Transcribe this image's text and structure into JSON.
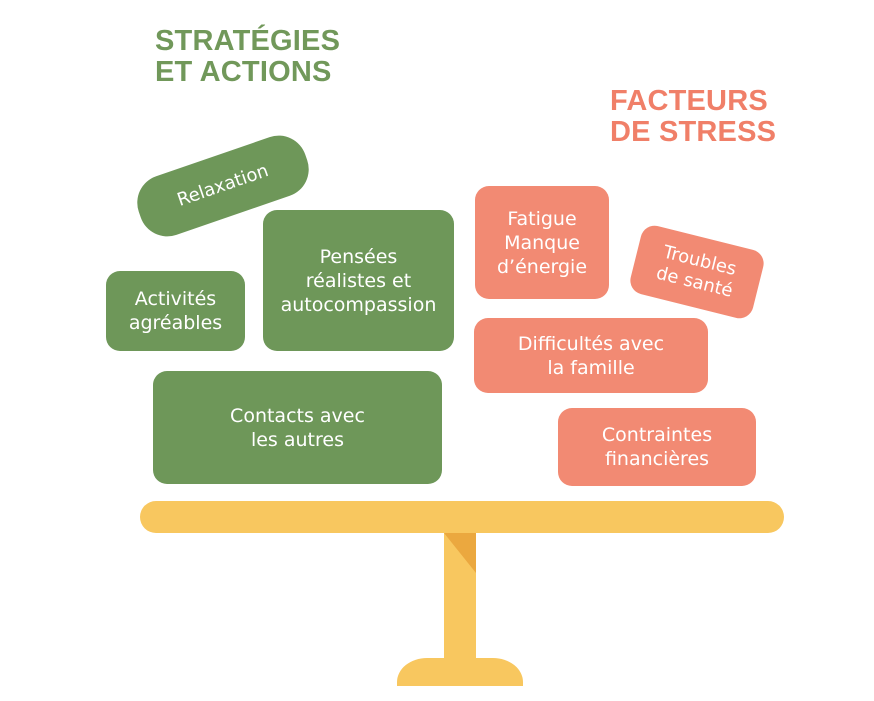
{
  "headings": {
    "strategies": {
      "line1": "STRATÉGIES",
      "line2": "ET ACTIONS"
    },
    "stress": {
      "line1": "FACTEURS",
      "line2": "DE STRESS"
    }
  },
  "strategies": {
    "relaxation": "Relaxation",
    "activites": "Activités\nagréables",
    "pensees": "Pensées\nréalistes et\nautocompassion",
    "contacts": "Contacts avec\nles autres"
  },
  "stress_factors": {
    "fatigue": "Fatigue\nManque\nd’énergie",
    "troubles": "Troubles\nde santé",
    "difficultes": "Difficultés avec\nla famille",
    "contraintes": "Contraintes\nfinancières"
  },
  "colors": {
    "strategy_green": "#6e9759",
    "stress_salmon": "#f28a73",
    "scale_yellow": "#f8c75f"
  }
}
